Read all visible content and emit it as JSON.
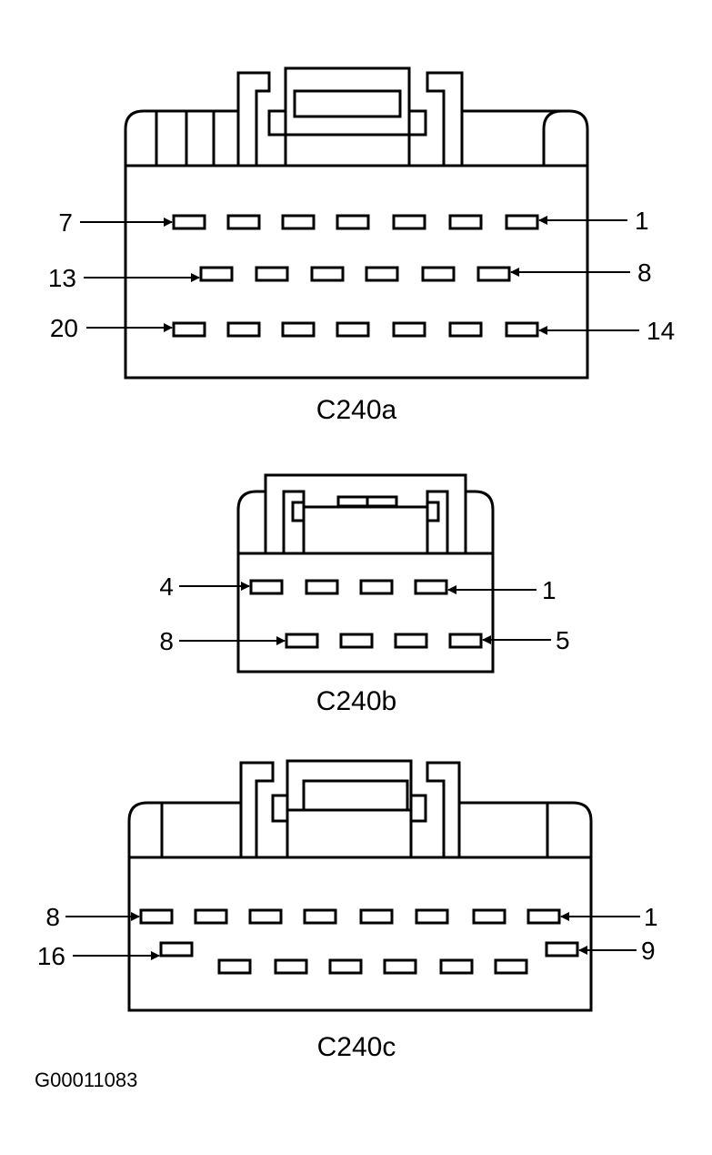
{
  "figure_id": "G00011083",
  "connectors": [
    {
      "name": "C240a",
      "pin_labels": [
        {
          "text": "7",
          "side": "left",
          "row": 0
        },
        {
          "text": "1",
          "side": "right",
          "row": 0
        },
        {
          "text": "13",
          "side": "left",
          "row": 1
        },
        {
          "text": "8",
          "side": "right",
          "row": 1
        },
        {
          "text": "20",
          "side": "left",
          "row": 2
        },
        {
          "text": "14",
          "side": "right",
          "row": 2
        }
      ],
      "rows": [
        7,
        6,
        7
      ]
    },
    {
      "name": "C240b",
      "pin_labels": [
        {
          "text": "4",
          "side": "left",
          "row": 0
        },
        {
          "text": "1",
          "side": "right",
          "row": 0
        },
        {
          "text": "8",
          "side": "left",
          "row": 1
        },
        {
          "text": "5",
          "side": "right",
          "row": 1
        }
      ],
      "rows": [
        4,
        4
      ]
    },
    {
      "name": "C240c",
      "pin_labels": [
        {
          "text": "8",
          "side": "left",
          "row": 0
        },
        {
          "text": "1",
          "side": "right",
          "row": 0
        },
        {
          "text": "16",
          "side": "left",
          "row": 1
        },
        {
          "text": "9",
          "side": "right",
          "row": 1
        }
      ],
      "rows": [
        8,
        8
      ]
    }
  ]
}
